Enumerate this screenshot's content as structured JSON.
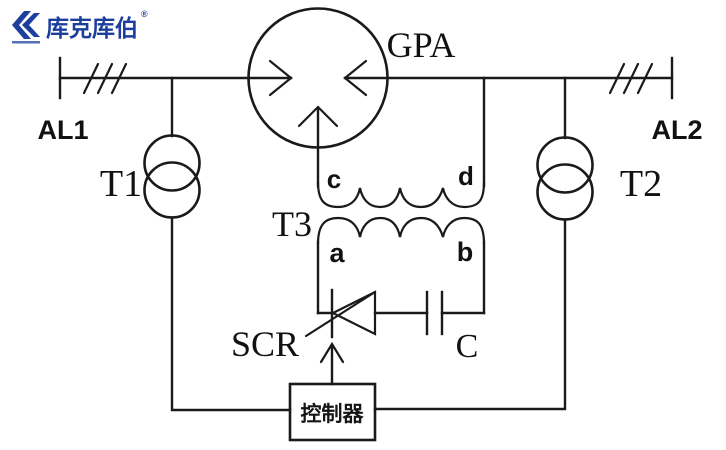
{
  "colors": {
    "line": "#1a1a1a",
    "background": "#ffffff",
    "logo_blue": "#1c3f9e"
  },
  "logo": {
    "icon": "double-chevron-k-icon",
    "brand": "库克库伯",
    "registered_mark": "®"
  },
  "components": {
    "gpa": {
      "label": "GPA"
    },
    "line_left": {
      "label": "AL1"
    },
    "line_right": {
      "label": "AL2"
    },
    "transformer_left": {
      "label": "T1"
    },
    "transformer_right": {
      "label": "T2"
    },
    "transformer_mid": {
      "label": "T3",
      "terminals": {
        "a": "a",
        "b": "b",
        "c": "c",
        "d": "d"
      }
    },
    "thyristor": {
      "label": "SCR"
    },
    "capacitor": {
      "label": "C"
    },
    "controller": {
      "label": "控制器"
    }
  }
}
